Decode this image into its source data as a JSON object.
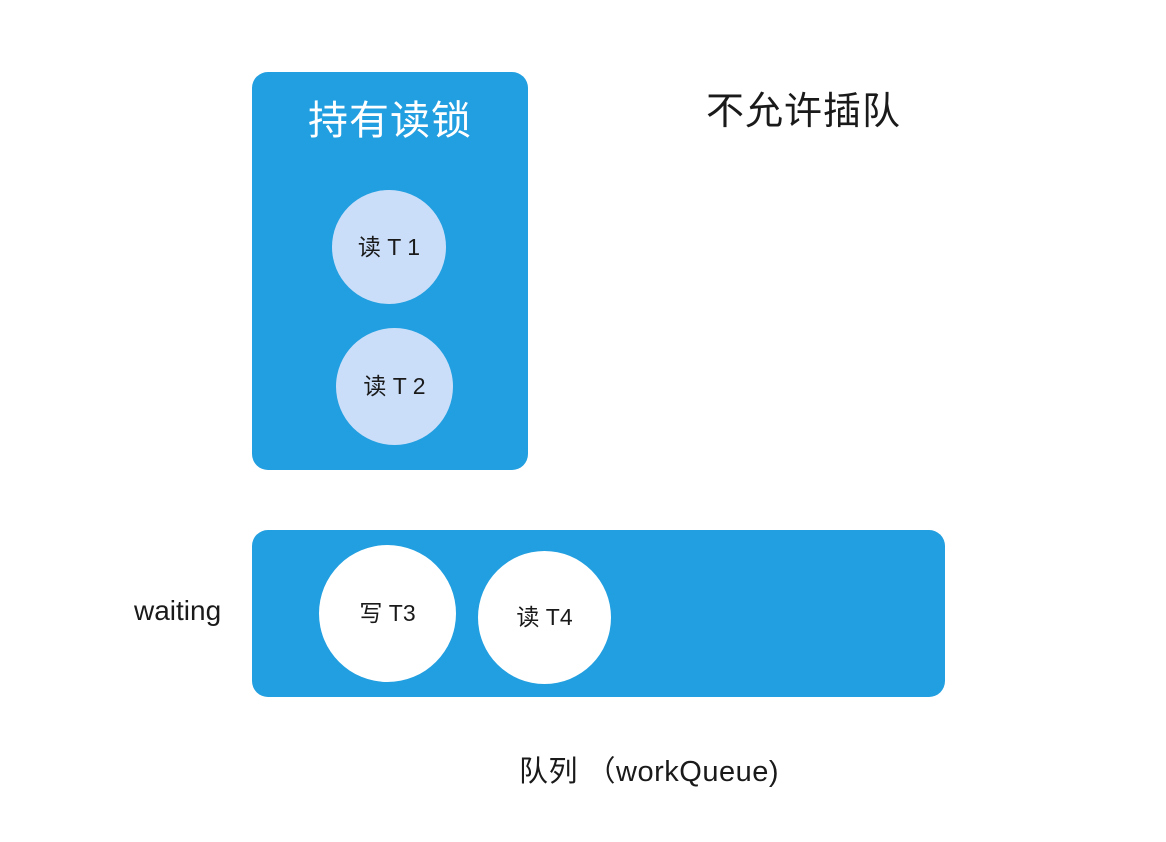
{
  "diagram": {
    "title_text": "持有读锁",
    "annotation_no_queue_jumping": "不允许插队",
    "waiting_label": "waiting",
    "queue_caption": "队列 （workQueue)",
    "colors": {
      "background": "#ffffff",
      "panel_blue": "#229FE0",
      "holding_circle_blue": "#CBDEF9",
      "queued_circle_white": "#ffffff",
      "title_text": "#ffffff",
      "body_text": "#1a1a1a"
    },
    "lock_holder_panel": {
      "title": "持有读锁",
      "threads": [
        {
          "label": "读 T 1",
          "state": "holding-read-lock"
        },
        {
          "label": "读 T 2",
          "state": "holding-read-lock"
        }
      ]
    },
    "work_queue": {
      "caption": "队列 （workQueue)",
      "side_label": "waiting",
      "threads": [
        {
          "label": "写 T3",
          "state": "waiting-write"
        },
        {
          "label": "读 T4",
          "state": "waiting-read"
        }
      ]
    }
  }
}
